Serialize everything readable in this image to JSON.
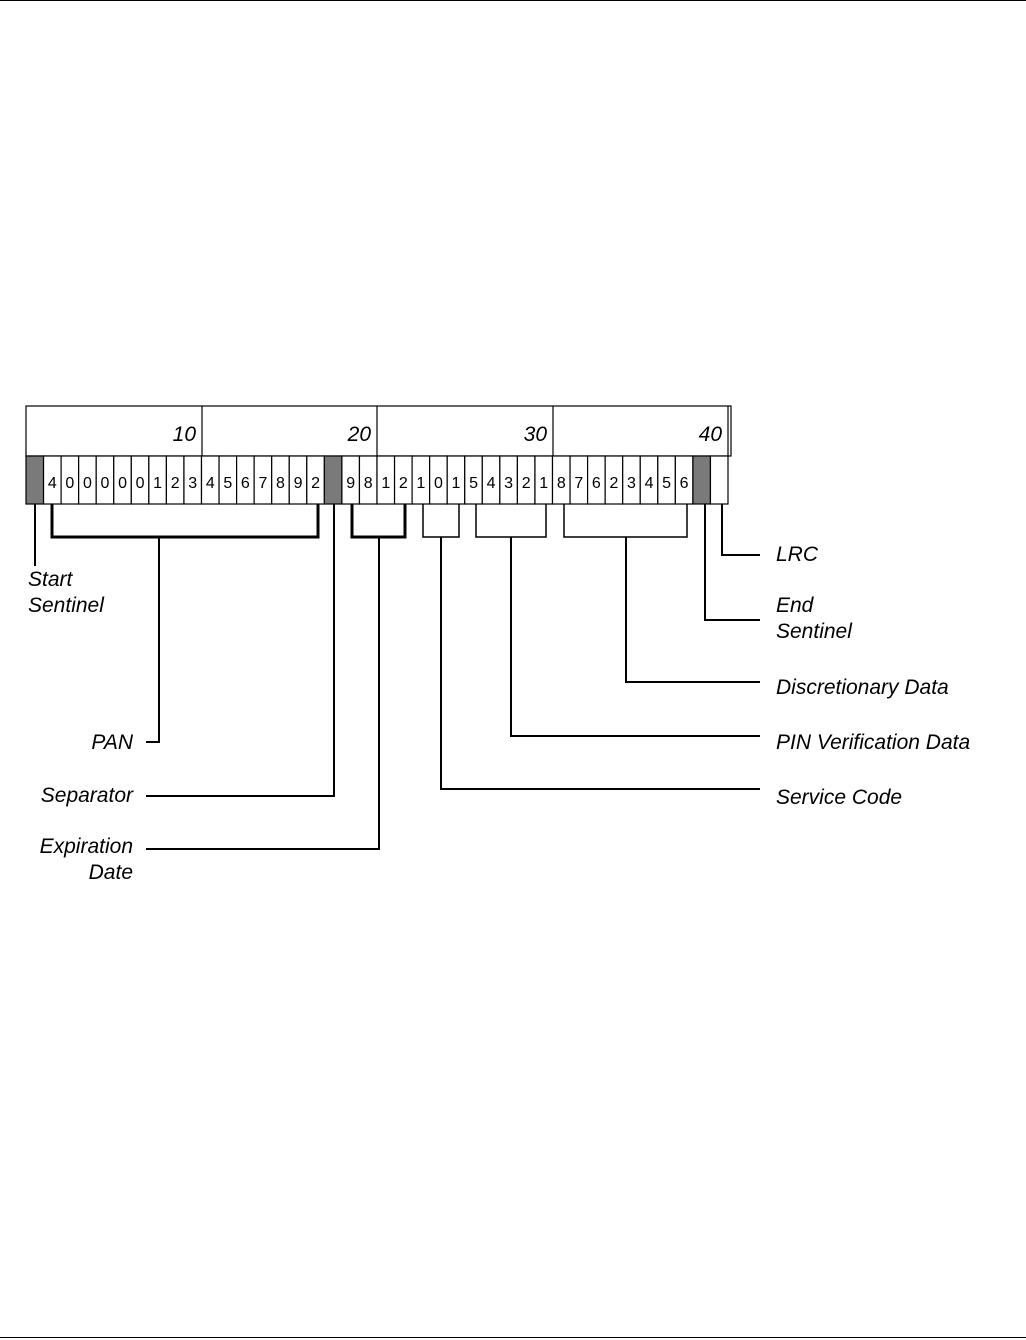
{
  "track": {
    "ruler_numbers": [
      "10",
      "20",
      "30",
      "40"
    ],
    "cells": [
      {
        "char": "",
        "sentinel": true
      },
      {
        "char": "4"
      },
      {
        "char": "0"
      },
      {
        "char": "0"
      },
      {
        "char": "0"
      },
      {
        "char": "0"
      },
      {
        "char": "0"
      },
      {
        "char": "1"
      },
      {
        "char": "2"
      },
      {
        "char": "3"
      },
      {
        "char": "4"
      },
      {
        "char": "5"
      },
      {
        "char": "6"
      },
      {
        "char": "7"
      },
      {
        "char": "8"
      },
      {
        "char": "9"
      },
      {
        "char": "2"
      },
      {
        "char": "",
        "sentinel": true
      },
      {
        "char": "9"
      },
      {
        "char": "8"
      },
      {
        "char": "1"
      },
      {
        "char": "2"
      },
      {
        "char": "1"
      },
      {
        "char": "0"
      },
      {
        "char": "1"
      },
      {
        "char": "5"
      },
      {
        "char": "4"
      },
      {
        "char": "3"
      },
      {
        "char": "2"
      },
      {
        "char": "1"
      },
      {
        "char": "8"
      },
      {
        "char": "7"
      },
      {
        "char": "6"
      },
      {
        "char": "2"
      },
      {
        "char": "3"
      },
      {
        "char": "4"
      },
      {
        "char": "5"
      },
      {
        "char": "6"
      },
      {
        "char": "",
        "sentinel": true
      },
      {
        "char": ""
      }
    ],
    "sentinel_color": "#7a7a7a"
  },
  "labels": {
    "start_sentinel": [
      "Start",
      "Sentinel"
    ],
    "pan": "PAN",
    "separator": "Separator",
    "expiration_date": [
      "Expiration",
      "Date"
    ],
    "lrc": "LRC",
    "end_sentinel": [
      "End",
      "Sentinel"
    ],
    "discretionary_data": "Discretionary Data",
    "pin_verification_data": "PIN Verification Data",
    "service_code": "Service Code"
  }
}
